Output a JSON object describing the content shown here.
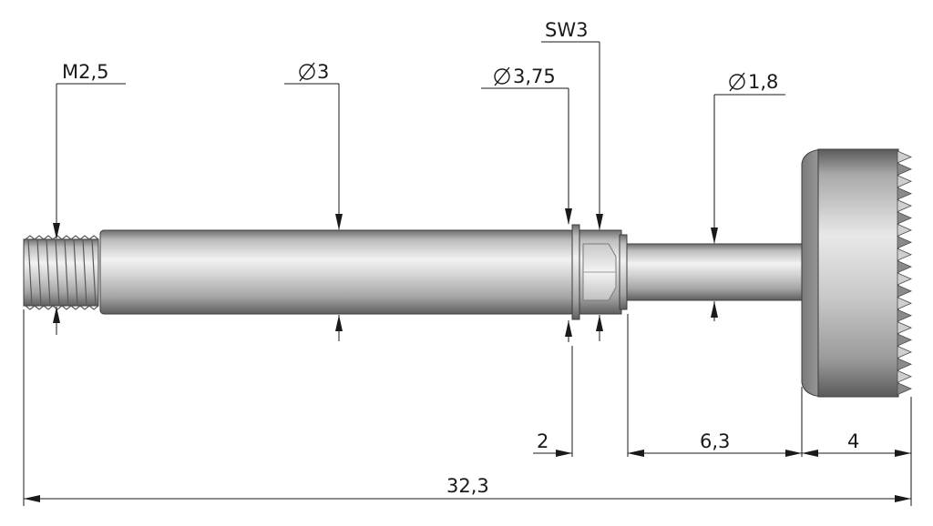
{
  "labels": {
    "thread": "M2,5",
    "shaft_diameter": "3",
    "collar_diameter": "3,75",
    "wrench_size": "SW3",
    "neck_diameter": "1,8",
    "collar_length": "2",
    "neck_length": "6,3",
    "head_length": "4",
    "total_length": "32,3"
  },
  "symbols": {
    "diameter": "diameter-symbol"
  }
}
